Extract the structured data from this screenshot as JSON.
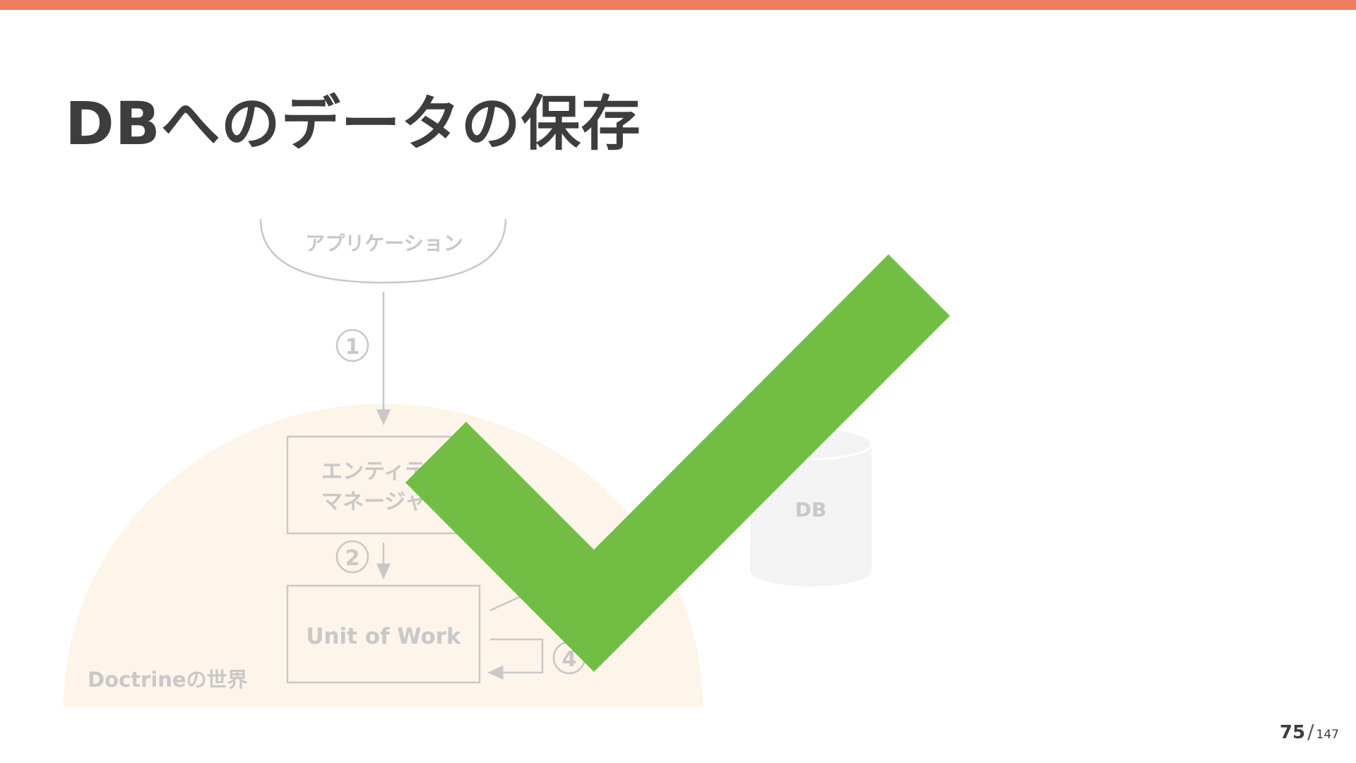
{
  "slide": {
    "title": "DBへのデータの保存",
    "page_current": "75",
    "page_separator": "/",
    "page_total": "147"
  },
  "diagram": {
    "application_label": "アプリケーション",
    "step_1": "①",
    "step_2": "②",
    "step_4": "④",
    "entity_manager_line1": "エンティテ",
    "entity_manager_line2": "マネージャ",
    "unit_of_work_label": "Unit of Work",
    "db_label": "DB",
    "doctrine_world_label": "Doctrineの世界"
  },
  "colors": {
    "accent_bar": "#f07d5d",
    "title_text": "#3d3d3d",
    "faded_diagram": "#c8c8c8",
    "doctrine_region": "#fdf4ea",
    "checkmark": "#72be44",
    "db_cylinder": "#f3f3f3"
  },
  "icons": {
    "overlay": "checkmark-icon"
  }
}
